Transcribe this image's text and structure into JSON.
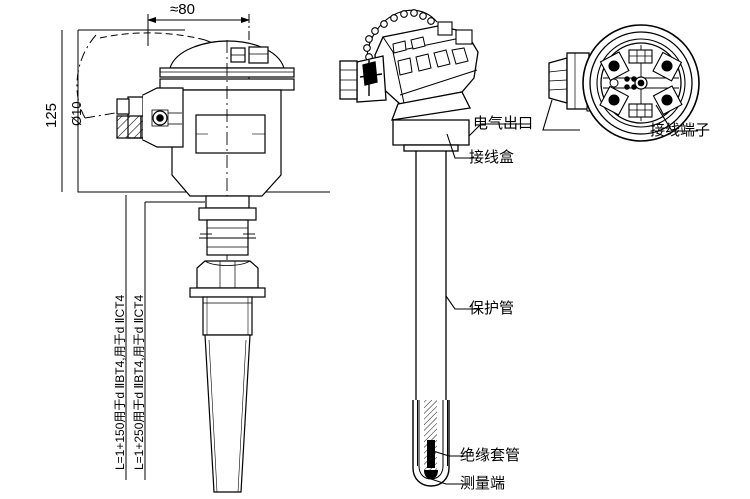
{
  "diagram": {
    "title": "Explosion-proof thermocouple / thermal resistance assembly drawing",
    "stroke_color": "#000000",
    "background_color": "#ffffff",
    "hatch_color": "#000000"
  },
  "dimensions": {
    "width_top": "≈80",
    "height_left": "125",
    "bore_diameter": "Ø10"
  },
  "notes": {
    "line1": "L=1+150用于d ⅡBT4,用于d ⅡCT4",
    "line2": "L=1+250用于d ⅡBT4,用于d ⅡCT4"
  },
  "callouts": {
    "electrical_outlet": "电气出口",
    "junction_box": "接线盒",
    "protection_tube": "保护管",
    "insulating_sleeve": "绝缘套管",
    "measuring_end": "测量端",
    "terminal_block": "接线端子"
  },
  "views": {
    "left": "sectional-assembly-view",
    "middle": "external-elevation-view",
    "right": "terminal-end-face-view"
  }
}
